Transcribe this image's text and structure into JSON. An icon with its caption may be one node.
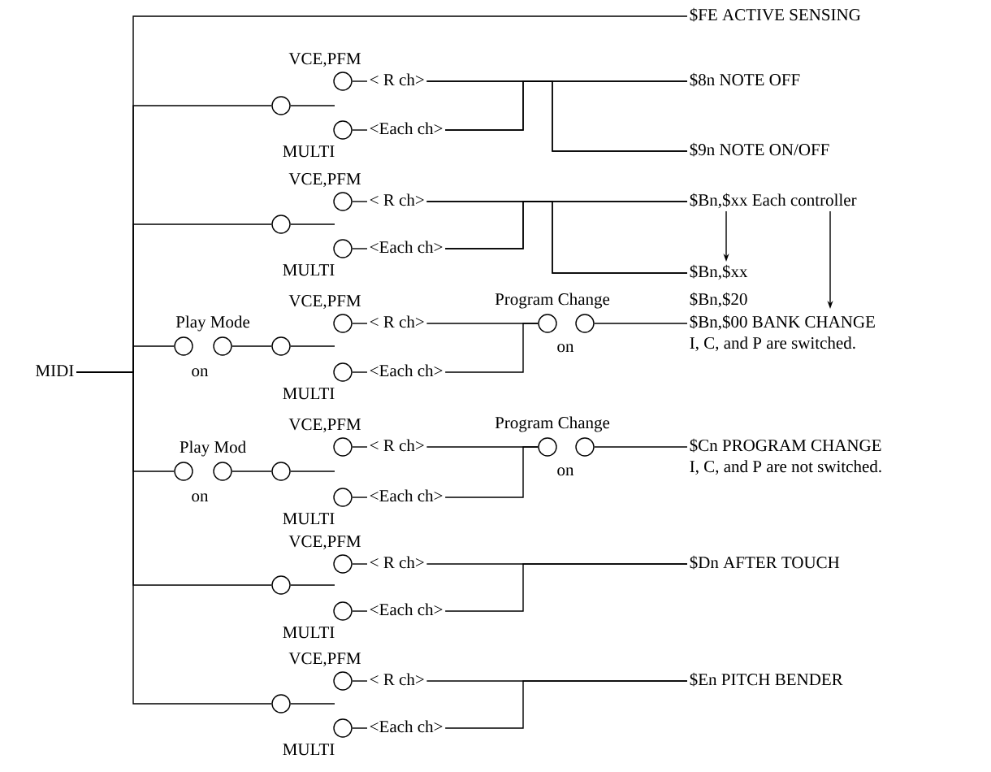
{
  "diagram": {
    "nodes": [
      {
        "text": [
          "MIDI"
        ]
      },
      {
        "text": [
          "$FE ACTIVE SENSING"
        ]
      },
      {
        "text": [],
        "shape": "circle",
        "beside": [
          "VCE,PFM"
        ]
      },
      {
        "text": [
          "< R ch>"
        ]
      },
      {
        "text": [
          "$8n NOTE OFF"
        ]
      },
      {
        "text": [],
        "shape": "circle"
      },
      {
        "text": [],
        "shape": "circle",
        "beside": [
          "MULTI"
        ]
      },
      {
        "text": [
          "<Each ch>"
        ]
      },
      {
        "text": [
          "$9n NOTE ON/OFF"
        ]
      },
      {
        "text": [],
        "shape": "circle",
        "beside": [
          "VCE,PFM"
        ]
      },
      {
        "text": [
          "< R ch>"
        ]
      },
      {
        "text": [
          "$Bn,$xx Each controller"
        ]
      },
      {
        "text": [],
        "shape": "circle"
      },
      {
        "text": [],
        "shape": "circle",
        "beside": [
          "MULTI"
        ]
      },
      {
        "text": [
          "<Each ch>"
        ]
      },
      {
        "text": [
          "$Bn,$xx"
        ]
      },
      {
        "text": [
          "$Bn,$20"
        ]
      },
      {
        "text": [],
        "shape": "circle",
        "beside": [
          "VCE,PFM"
        ]
      },
      {
        "text": [
          "< R ch>"
        ]
      },
      {
        "text": [],
        "shape": "circle",
        "beside": [
          "Program Change",
          "on"
        ]
      },
      {
        "text": [],
        "shape": "circle"
      },
      {
        "text": [
          "$Bn,$00 BANK CHANGE",
          "I, C, and P are switched."
        ]
      },
      {
        "text": [],
        "shape": "circle",
        "beside": [
          "Play Mode",
          "on"
        ]
      },
      {
        "text": [],
        "shape": "circle"
      },
      {
        "text": [],
        "shape": "circle"
      },
      {
        "text": [],
        "shape": "circle",
        "beside": [
          "MULTI"
        ]
      },
      {
        "text": [
          "<Each ch>"
        ]
      },
      {
        "text": [],
        "shape": "circle",
        "beside": [
          "VCE,PFM"
        ]
      },
      {
        "text": [
          "< R ch>"
        ]
      },
      {
        "text": [],
        "shape": "circle",
        "beside": [
          "Program Change",
          "on"
        ]
      },
      {
        "text": [],
        "shape": "circle"
      },
      {
        "text": [
          "$Cn PROGRAM CHANGE",
          "I, C, and P are not switched."
        ]
      },
      {
        "text": [],
        "shape": "circle",
        "beside": [
          "Play Mod",
          "on"
        ]
      },
      {
        "text": [],
        "shape": "circle"
      },
      {
        "text": [],
        "shape": "circle"
      },
      {
        "text": [],
        "shape": "circle",
        "beside": [
          "MULTI"
        ]
      },
      {
        "text": [
          "<Each ch>"
        ]
      },
      {
        "text": [],
        "shape": "circle",
        "beside": [
          "VCE,PFM"
        ]
      },
      {
        "text": [
          "< R ch>"
        ]
      },
      {
        "text": [
          "$Dn AFTER TOUCH"
        ]
      },
      {
        "text": [],
        "shape": "circle"
      },
      {
        "text": [],
        "shape": "circle",
        "beside": [
          "MULTI"
        ]
      },
      {
        "text": [
          "<Each ch>"
        ]
      },
      {
        "text": [],
        "shape": "circle",
        "beside": [
          "VCE,PFM"
        ]
      },
      {
        "text": [
          "< R ch>"
        ]
      },
      {
        "text": [
          "$En PITCH BENDER"
        ]
      },
      {
        "text": [],
        "shape": "circle"
      },
      {
        "text": [],
        "shape": "circle",
        "beside": [
          "MULTI"
        ]
      },
      {
        "text": [
          "<Each ch>"
        ]
      }
    ],
    "edges": [
      {
        "from": 0,
        "to": 1,
        "arrow": "none"
      },
      {
        "from": 0,
        "to": 5,
        "arrow": "none"
      },
      {
        "from": 0,
        "to": 12,
        "arrow": "none"
      },
      {
        "from": 0,
        "to": 22,
        "arrow": "none"
      },
      {
        "from": 0,
        "to": 32,
        "arrow": "none"
      },
      {
        "from": 0,
        "to": 40,
        "arrow": "none"
      },
      {
        "from": 0,
        "to": 46,
        "arrow": "none"
      },
      {
        "from": 2,
        "to": 3,
        "arrow": "none"
      },
      {
        "from": 3,
        "to": 4,
        "arrow": "none"
      },
      {
        "from": 3,
        "to": 8,
        "arrow": "none"
      },
      {
        "from": 6,
        "to": 7,
        "arrow": "none"
      },
      {
        "from": 7,
        "to": 4,
        "arrow": "none"
      },
      {
        "from": 7,
        "to": 8,
        "arrow": "none"
      },
      {
        "from": 9,
        "to": 10,
        "arrow": "none"
      },
      {
        "from": 10,
        "to": 11,
        "arrow": "none"
      },
      {
        "from": 10,
        "to": 15,
        "arrow": "none"
      },
      {
        "from": 13,
        "to": 14,
        "arrow": "none"
      },
      {
        "from": 14,
        "to": 11,
        "arrow": "none"
      },
      {
        "from": 14,
        "to": 15,
        "arrow": "none"
      },
      {
        "from": 11,
        "to": 15,
        "arrow": "to"
      },
      {
        "from": 11,
        "to": 21,
        "arrow": "to"
      },
      {
        "from": 17,
        "to": 18,
        "arrow": "none"
      },
      {
        "from": 18,
        "to": 19,
        "arrow": "none"
      },
      {
        "from": 25,
        "to": 26,
        "arrow": "none"
      },
      {
        "from": 26,
        "to": 19,
        "arrow": "none"
      },
      {
        "from": 20,
        "to": 21,
        "arrow": "none"
      },
      {
        "from": 23,
        "to": 24,
        "arrow": "none"
      },
      {
        "from": 27,
        "to": 28,
        "arrow": "none"
      },
      {
        "from": 28,
        "to": 29,
        "arrow": "none"
      },
      {
        "from": 35,
        "to": 36,
        "arrow": "none"
      },
      {
        "from": 36,
        "to": 29,
        "arrow": "none"
      },
      {
        "from": 30,
        "to": 31,
        "arrow": "none"
      },
      {
        "from": 33,
        "to": 34,
        "arrow": "none"
      },
      {
        "from": 37,
        "to": 38,
        "arrow": "none"
      },
      {
        "from": 38,
        "to": 39,
        "arrow": "none"
      },
      {
        "from": 41,
        "to": 42,
        "arrow": "none"
      },
      {
        "from": 42,
        "to": 39,
        "arrow": "none"
      },
      {
        "from": 43,
        "to": 44,
        "arrow": "none"
      },
      {
        "from": 44,
        "to": 45,
        "arrow": "none"
      },
      {
        "from": 47,
        "to": 48,
        "arrow": "none"
      },
      {
        "from": 48,
        "to": 45,
        "arrow": "none"
      }
    ]
  }
}
